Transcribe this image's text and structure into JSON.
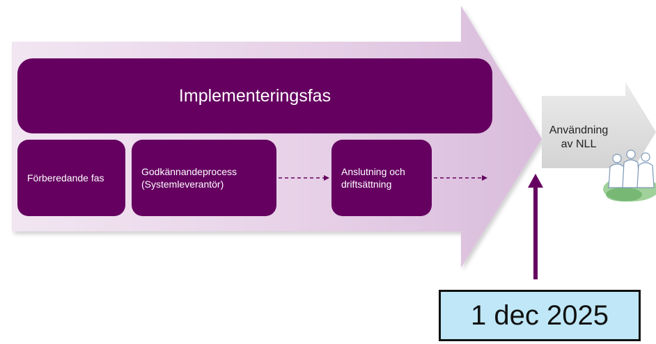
{
  "phases": {
    "main_title": "Implementeringsfas",
    "step1": "Förberedande fas",
    "step2_line1": "Godkännandeprocess",
    "step2_line2": "(Systemleverantör)",
    "step3_line1": "Anslutning och",
    "step3_line2": "driftsättning"
  },
  "usage": {
    "line1": "Användning",
    "line2": "av NLL"
  },
  "milestone": {
    "date": "1 dec 2025"
  },
  "colors": {
    "box_fill": "#650060",
    "big_arrow_fill": "#e9d6ea",
    "small_arrow_fill": "#e6e6e6",
    "date_box_fill": "#bfe7f7",
    "pointer_arrow": "#650060"
  }
}
